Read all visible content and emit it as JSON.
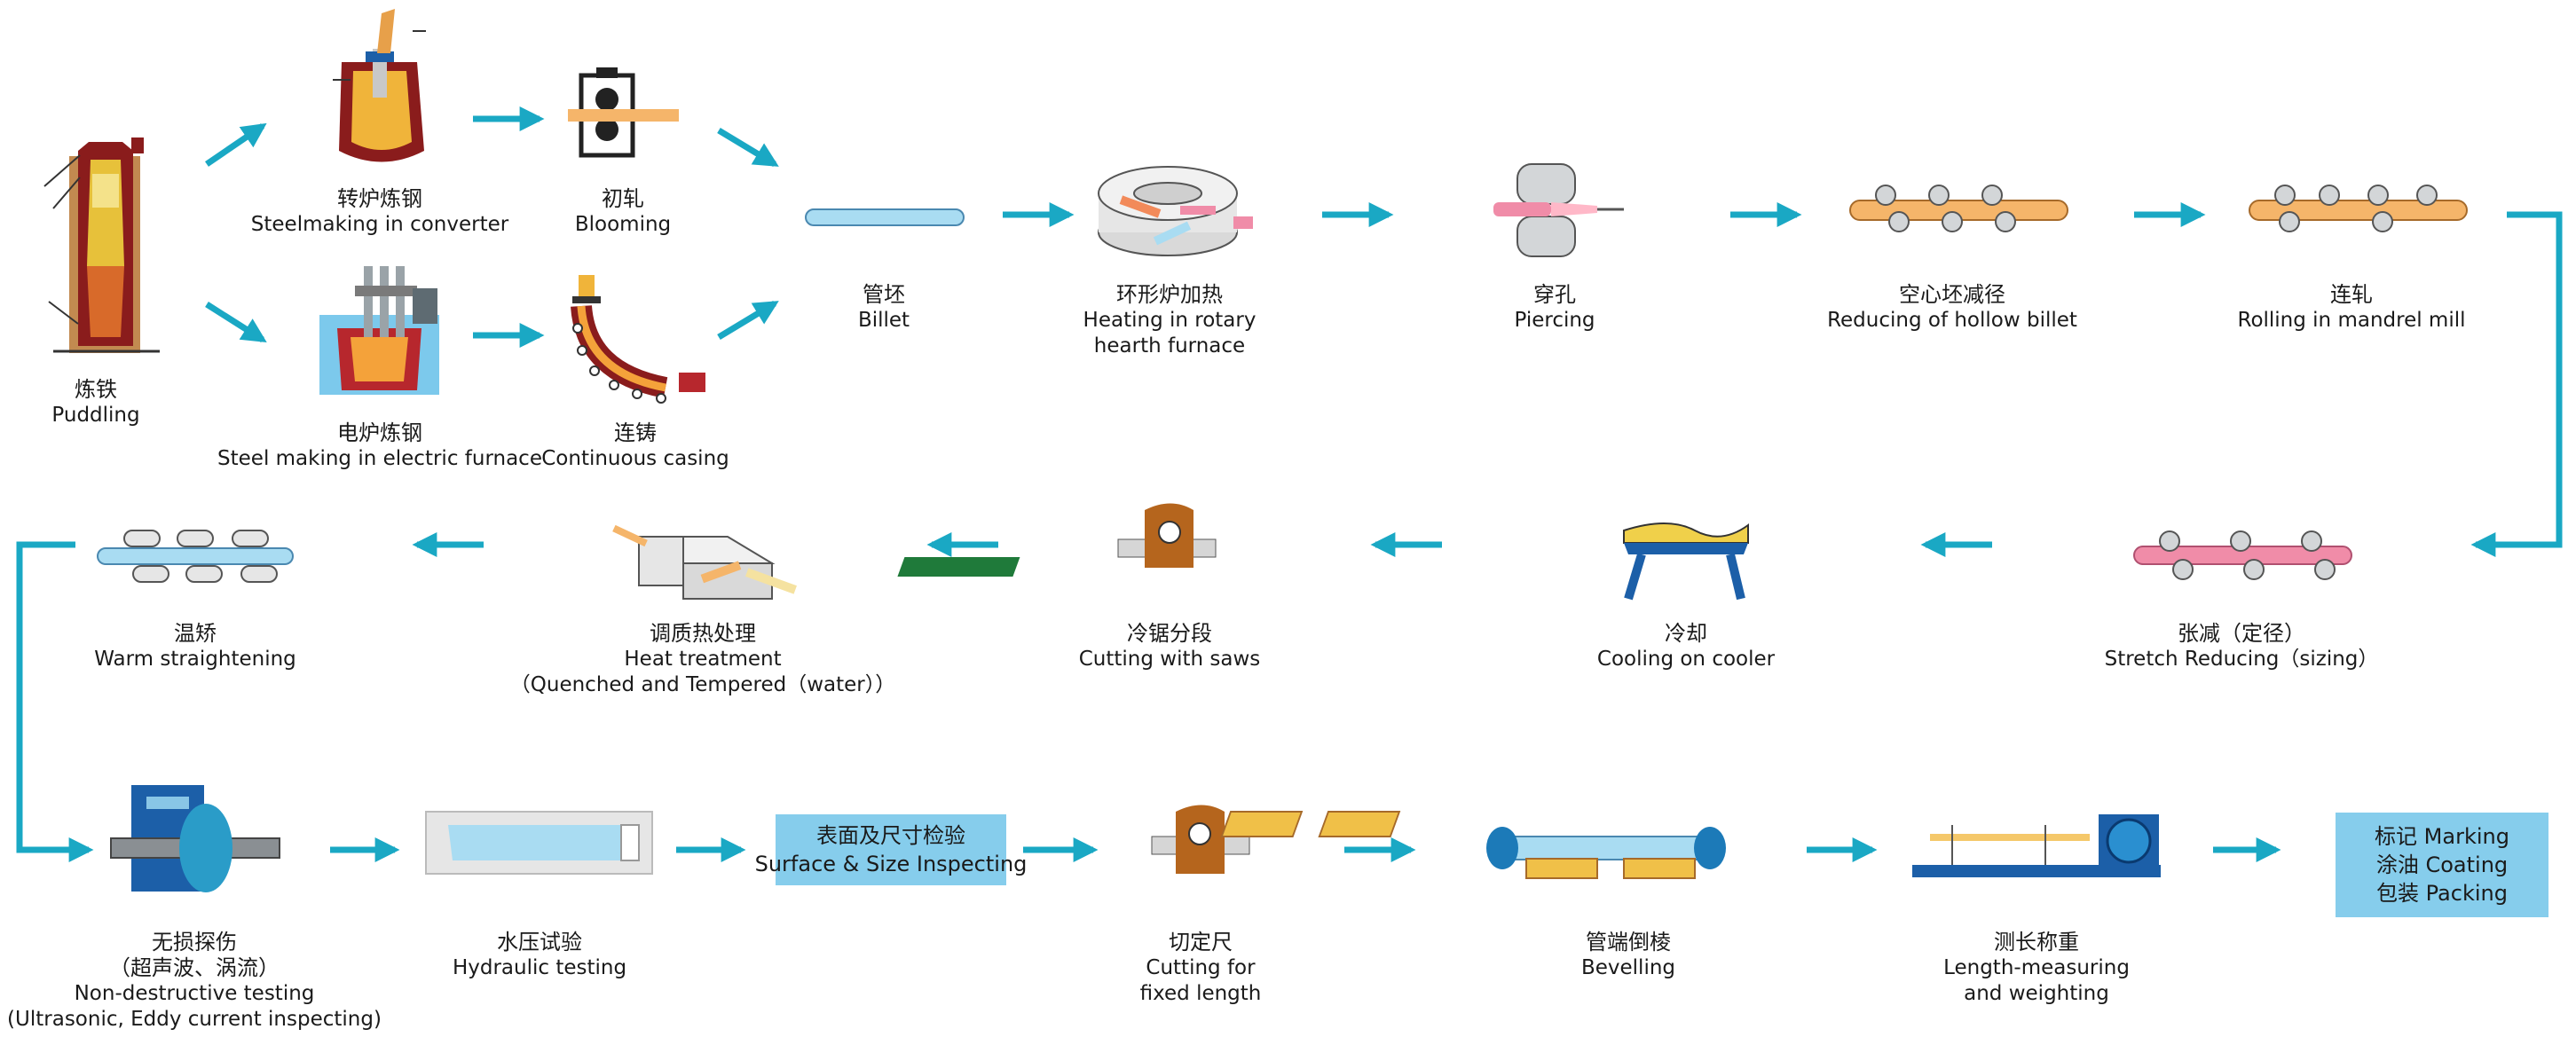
{
  "colors": {
    "arrow": "#1aa8c4",
    "box_fill": "#86cdec",
    "billet": "#a9dcf2",
    "orange": "#f5b56a",
    "steel": "#8a1c1c",
    "gray": "#9aa3a8",
    "blue_dark": "#1c5fa8",
    "green": "#1f7a3a",
    "brown": "#b5651d",
    "pink": "#f08ca8"
  },
  "steps": {
    "puddling": {
      "zh": "炼铁",
      "en": "Puddling",
      "icon": "blast-furnace"
    },
    "converter": {
      "zh": "转炉炼钢",
      "en": "Steelmaking in converter",
      "icon": "converter"
    },
    "electric": {
      "zh": "电炉炼钢",
      "en": "Steel making in electric furnace",
      "icon": "electric-furnace"
    },
    "blooming": {
      "zh": "初轧",
      "en": "Blooming",
      "icon": "blooming-mill"
    },
    "casting": {
      "zh": "连铸",
      "en": "Continuous casing",
      "icon": "continuous-caster"
    },
    "billet": {
      "zh": "管坯",
      "en": "Billet",
      "icon": "billet"
    },
    "heating": {
      "zh": "环形炉加热",
      "en": "Heating in rotary",
      "en2": "hearth furnace",
      "icon": "rotary-furnace"
    },
    "piercing": {
      "zh": "穿孔",
      "en": "Piercing",
      "icon": "piercing-mill"
    },
    "reducing": {
      "zh": "空心坯减径",
      "en": "Reducing of hollow billet",
      "icon": "reducing-mill"
    },
    "mandrel": {
      "zh": "连轧",
      "en": "Rolling in mandrel mill",
      "icon": "mandrel-mill"
    },
    "stretch": {
      "zh": "张减（定径）",
      "en": "Stretch Reducing（sizing）",
      "icon": "stretch-reducer"
    },
    "cooling": {
      "zh": "冷却",
      "en": "Cooling on cooler",
      "icon": "cooler"
    },
    "saws": {
      "zh": "冷锯分段",
      "en": "Cutting with saws",
      "icon": "saw"
    },
    "heat_treat": {
      "zh": "调质热处理",
      "en": "Heat treatment",
      "en2": "（Quenched and Tempered（water））",
      "icon": "heat-treatment"
    },
    "straighten": {
      "zh": "温矫",
      "en": "Warm straightening",
      "icon": "straightener"
    },
    "ndt": {
      "zh": "无损探伤",
      "zh2": "（超声波、涡流）",
      "en": "Non-destructive testing",
      "en2": "(Ultrasonic, Eddy current inspecting)",
      "icon": "ndt-machine"
    },
    "hydraulic": {
      "zh": "水压试验",
      "en": "Hydraulic testing",
      "icon": "hydraulic-tester"
    },
    "inspect": {
      "zh": "表面及尺寸检验",
      "en": "Surface & Size Inspecting"
    },
    "cut_fixed": {
      "zh": "切定尺",
      "en": "Cutting for",
      "en2": "fixed length",
      "icon": "saw"
    },
    "bevel": {
      "zh": "管端倒棱",
      "en": "Bevelling",
      "icon": "beveller"
    },
    "measure": {
      "zh": "测长称重",
      "en": "Length-measuring",
      "en2": "and weighting",
      "icon": "scale"
    },
    "final": {
      "l1": "标记  Marking",
      "l2": "涂油  Coating",
      "l3": "包装  Packing"
    }
  }
}
